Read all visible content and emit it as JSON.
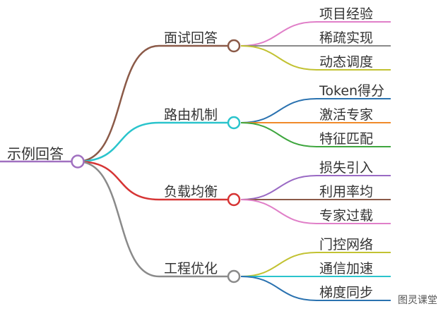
{
  "root": {
    "label": "示例回答",
    "color": "#a070c0"
  },
  "branches": [
    {
      "label": "面试回答",
      "color": "#8b5a48",
      "leaves": [
        {
          "label": "项目经验",
          "color": "#e07fc8"
        },
        {
          "label": "稀疏实现",
          "color": "#8a8a8a"
        },
        {
          "label": "动态调度",
          "color": "#c2c232"
        }
      ]
    },
    {
      "label": "路由机制",
      "color": "#2ac4cc",
      "leaves": [
        {
          "label": "Token得分",
          "color": "#2a72b0"
        },
        {
          "label": "激活专家",
          "color": "#f08a2a"
        },
        {
          "label": "特征匹配",
          "color": "#3ea63e"
        }
      ]
    },
    {
      "label": "负载均衡",
      "color": "#d63434",
      "leaves": [
        {
          "label": "损失引入",
          "color": "#9a6ac4"
        },
        {
          "label": "利用率均",
          "color": "#8b5a48"
        },
        {
          "label": "专家过载",
          "color": "#e07fc8"
        }
      ]
    },
    {
      "label": "工程优化",
      "color": "#8a8a8a",
      "leaves": [
        {
          "label": "门控网络",
          "color": "#c2c232"
        },
        {
          "label": "通信加速",
          "color": "#2ac4cc"
        },
        {
          "label": "梯度同步",
          "color": "#2a72b0"
        }
      ]
    }
  ],
  "watermark": "图灵课堂"
}
